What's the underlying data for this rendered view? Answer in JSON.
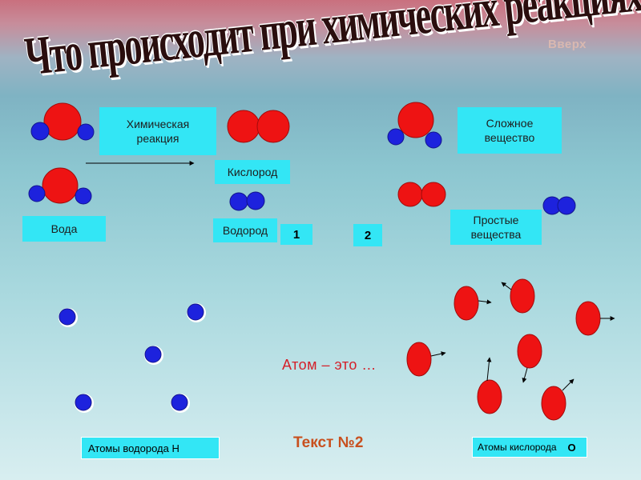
{
  "slide": {
    "title": "Что происходит при химических реакциях?",
    "nav_up": "Вверх",
    "labels": {
      "chemical_reaction": "Химическая реакция",
      "water": "Вода",
      "oxygen": "Кислород",
      "hydrogen": "Водород",
      "complex_substance": "Сложное вещество",
      "simple_substances": "Простые вещества"
    },
    "numbers": {
      "one": "1",
      "two": "2"
    },
    "atom_prompt": "Атом – это …",
    "text_number": "Текст №2",
    "hydrogen_atoms": "Атомы водорода Н",
    "oxygen_atoms": "Атомы кислорода",
    "oxygen_symbol": "O"
  },
  "colors": {
    "oxygen_atom": "#ee1313",
    "hydrogen_atom": "#1d22dd",
    "label_box": "#33e6f5",
    "atom_prompt": "#d4202a",
    "text_number": "#c8501e"
  }
}
